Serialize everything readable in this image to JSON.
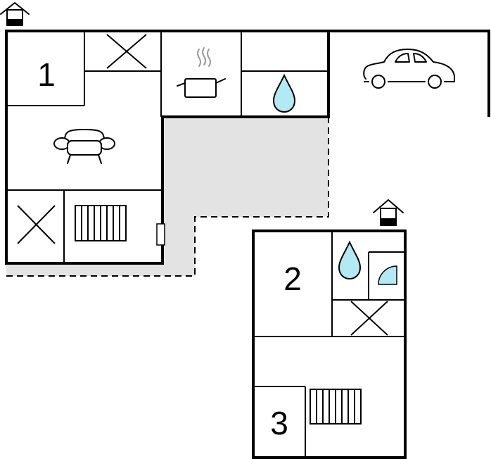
{
  "floor_plan": {
    "rooms": [
      {
        "label": "1"
      },
      {
        "label": "2"
      },
      {
        "label": "3"
      }
    ],
    "icons": [
      "entrance-icon",
      "storage-icon",
      "cooking-pot-icon",
      "water-drop-icon",
      "car-icon",
      "armchair-icon",
      "radiator-icon",
      "shower-icon"
    ],
    "colors": {
      "walls": "#000000",
      "terrace": "#e3e3e3",
      "water": "#b3e9f3",
      "steam": "#9a9a9a"
    }
  }
}
